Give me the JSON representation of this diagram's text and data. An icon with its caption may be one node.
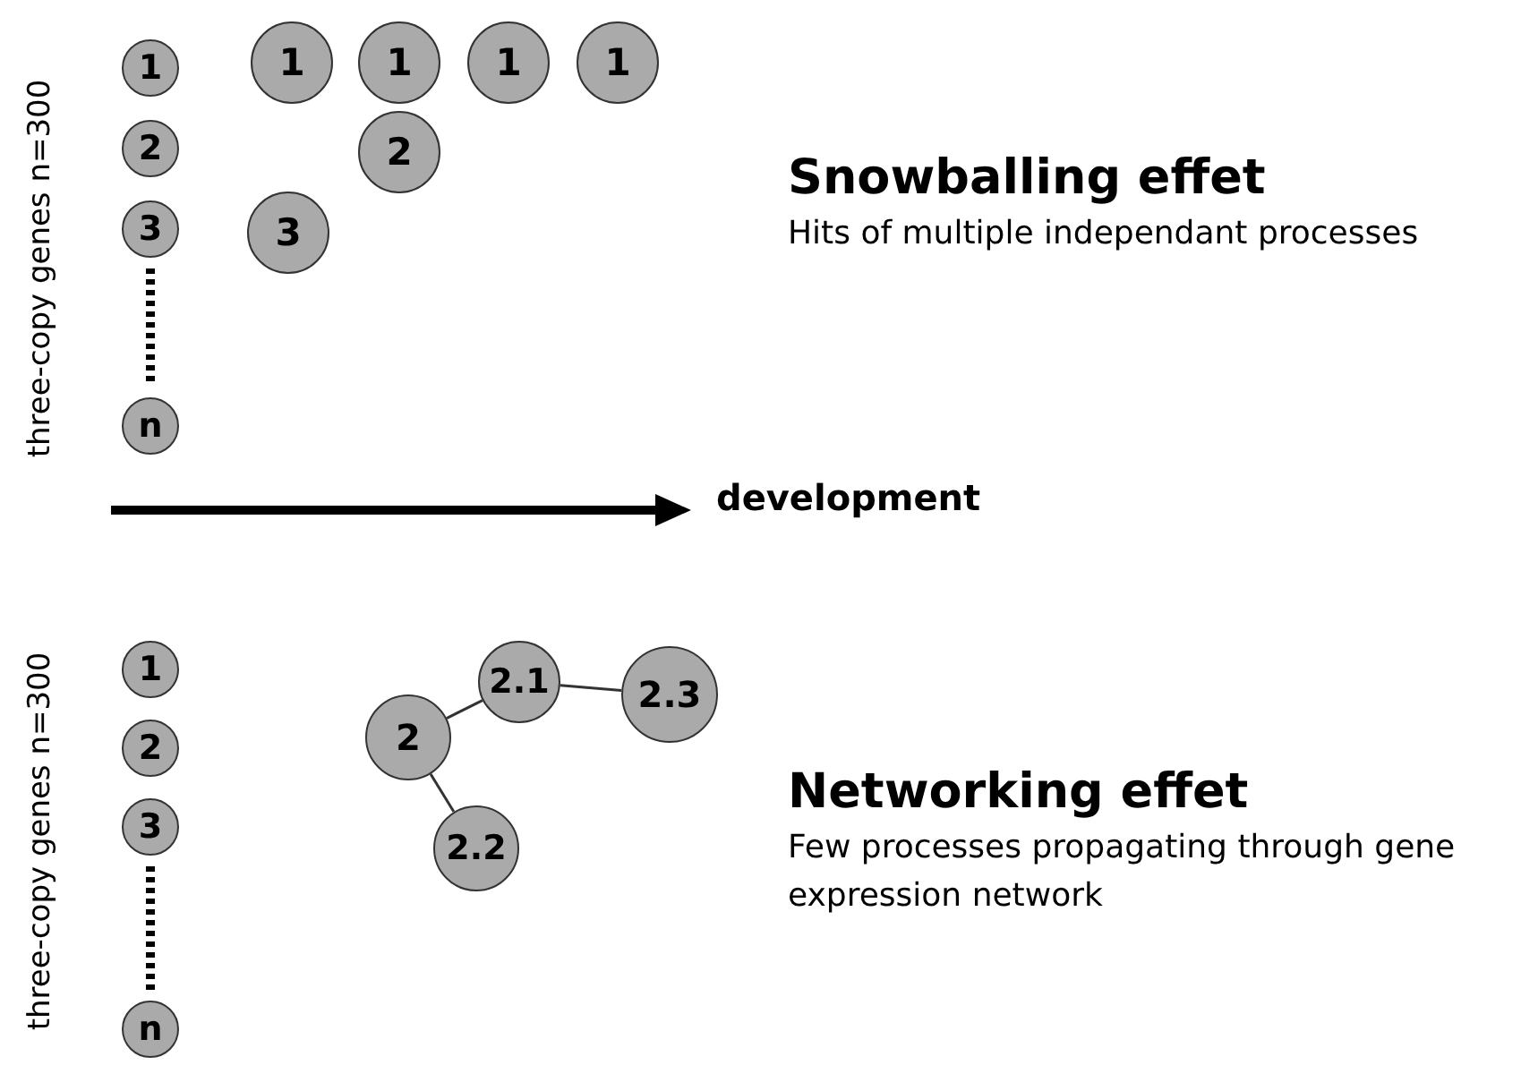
{
  "diagram": {
    "nodes": [
      {
        "text": [
          "1"
        ]
      },
      {
        "text": [
          "1"
        ]
      },
      {
        "text": [
          "1"
        ]
      },
      {
        "text": [
          "1"
        ]
      },
      {
        "text": [
          "1"
        ]
      },
      {
        "text": [
          "2"
        ]
      },
      {
        "text": [
          "2"
        ]
      },
      {
        "text": [
          "3"
        ]
      },
      {
        "text": [
          "3"
        ]
      },
      {
        "text": [
          "n"
        ]
      },
      {
        "text": [
          "1"
        ]
      },
      {
        "text": [
          "2.1"
        ]
      },
      {
        "text": [
          "2.3"
        ]
      },
      {
        "text": [
          "2"
        ]
      },
      {
        "text": [
          "2"
        ]
      },
      {
        "text": [
          "3"
        ]
      },
      {
        "text": [
          "2.2"
        ]
      },
      {
        "text": [
          "n"
        ]
      }
    ],
    "edges": [
      {
        "from": 7,
        "to": 9,
        "arrow": "none",
        "style": "dashed"
      },
      {
        "from": 15,
        "to": 17,
        "arrow": "none",
        "style": "dashed"
      },
      {
        "from": 13,
        "to": 11,
        "arrow": "none"
      },
      {
        "from": 11,
        "to": 12,
        "arrow": "none"
      },
      {
        "from": 13,
        "to": 16,
        "arrow": "none"
      }
    ],
    "labels": [
      "three-copy genes n=300",
      "Snowballing effet",
      "Hits of multiple independant processes",
      "development",
      "three-copy genes n=300",
      "Networking effet",
      "Few processes propagating through gene expression network"
    ]
  }
}
